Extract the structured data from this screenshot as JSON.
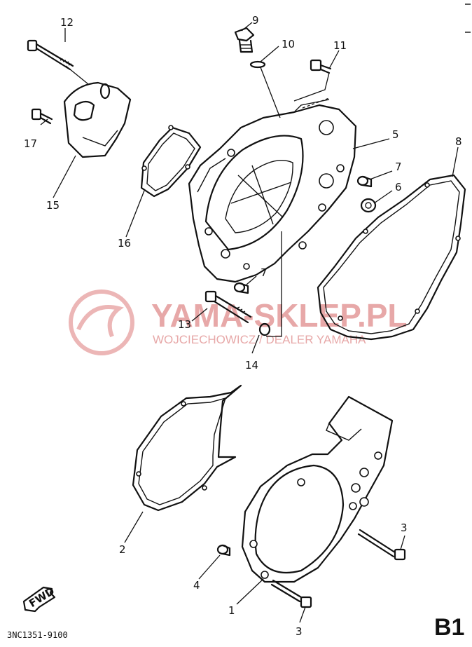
{
  "callouts": [
    "12",
    "9",
    "10",
    "11",
    "17",
    "15",
    "5",
    "7",
    "6",
    "8",
    "16",
    "7",
    "13",
    "14",
    "2",
    "3",
    "4",
    "1",
    "3"
  ],
  "watermark": {
    "title": "YAMA-SKLEP.PL",
    "subtitle": "WOJCIECHOWICZ / DEALER YAMAHA"
  },
  "fwd_label": "FWD",
  "drawing_code": "3NC1351-9100",
  "page_tag": "B1"
}
